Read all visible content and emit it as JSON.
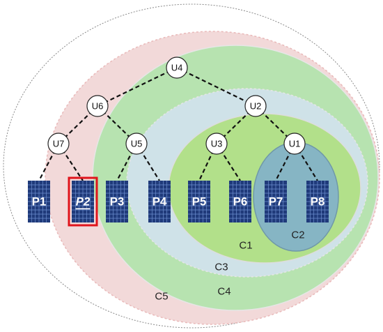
{
  "tree": {
    "nodes": [
      {
        "id": "U4",
        "label": "U4"
      },
      {
        "id": "U6",
        "label": "U6"
      },
      {
        "id": "U2",
        "label": "U2"
      },
      {
        "id": "U7",
        "label": "U7"
      },
      {
        "id": "U5",
        "label": "U5"
      },
      {
        "id": "U3",
        "label": "U3"
      },
      {
        "id": "U1",
        "label": "U1"
      }
    ],
    "edges": [
      [
        "U4",
        "U6"
      ],
      [
        "U4",
        "U2"
      ],
      [
        "U6",
        "U7"
      ],
      [
        "U6",
        "U5"
      ],
      [
        "U2",
        "U3"
      ],
      [
        "U2",
        "U1"
      ],
      [
        "U7",
        "P1"
      ],
      [
        "U7",
        "P2"
      ],
      [
        "U5",
        "P3"
      ],
      [
        "U5",
        "P4"
      ],
      [
        "U3",
        "P5"
      ],
      [
        "U3",
        "P6"
      ],
      [
        "U1",
        "P7"
      ],
      [
        "U1",
        "P8"
      ]
    ]
  },
  "panels": [
    {
      "id": "P1",
      "label": "P1",
      "highlighted": false
    },
    {
      "id": "P2",
      "label": "P2",
      "highlighted": true
    },
    {
      "id": "P3",
      "label": "P3",
      "highlighted": false
    },
    {
      "id": "P4",
      "label": "P4",
      "highlighted": false
    },
    {
      "id": "P5",
      "label": "P5",
      "highlighted": false
    },
    {
      "id": "P6",
      "label": "P6",
      "highlighted": false
    },
    {
      "id": "P7",
      "label": "P7",
      "highlighted": false
    },
    {
      "id": "P8",
      "label": "P8",
      "highlighted": false
    }
  ],
  "clusters": [
    {
      "id": "C5",
      "label": "C5",
      "color": "#f2d9d9"
    },
    {
      "id": "C4",
      "label": "C4",
      "color": "#b7e3b0"
    },
    {
      "id": "C3",
      "label": "C3",
      "color": "#cfe2e8"
    },
    {
      "id": "C1",
      "label": "C1",
      "color": "#b2e08a"
    },
    {
      "id": "C2",
      "label": "C2",
      "color": "#86b5c4"
    }
  ],
  "colors": {
    "panel_fill": "#1f3a7a",
    "panel_grid": "#6f8fd0",
    "highlight_border": "#e0141c"
  }
}
